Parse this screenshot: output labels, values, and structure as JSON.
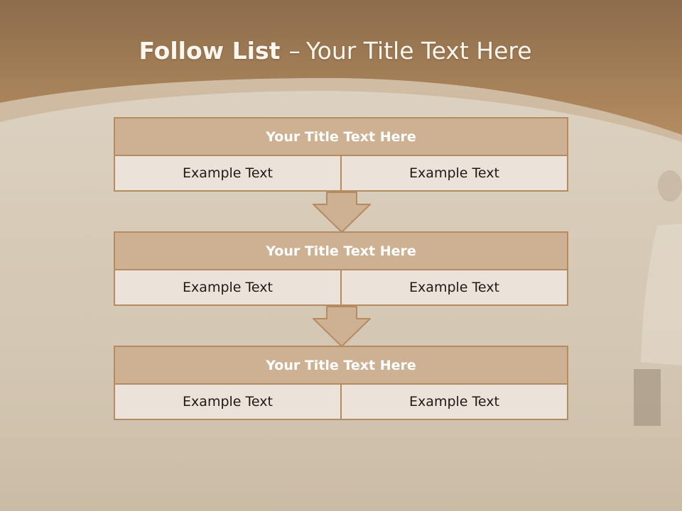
{
  "header": {
    "title_bold": "Follow List",
    "title_separator": "–",
    "title_rest": "Your Title Text Here"
  },
  "colors": {
    "header_band": "#a47f56",
    "block_fill": "#ceb093",
    "block_border": "#b58c62",
    "cell_fill": "#ebe2d9",
    "background": "#dacfbe"
  },
  "blocks": [
    {
      "title": "Your Title Text Here",
      "items": [
        "Example Text",
        "Example Text"
      ]
    },
    {
      "title": "Your Title Text Here",
      "items": [
        "Example Text",
        "Example Text"
      ]
    },
    {
      "title": "Your Title Text Here",
      "items": [
        "Example Text",
        "Example Text"
      ]
    }
  ]
}
